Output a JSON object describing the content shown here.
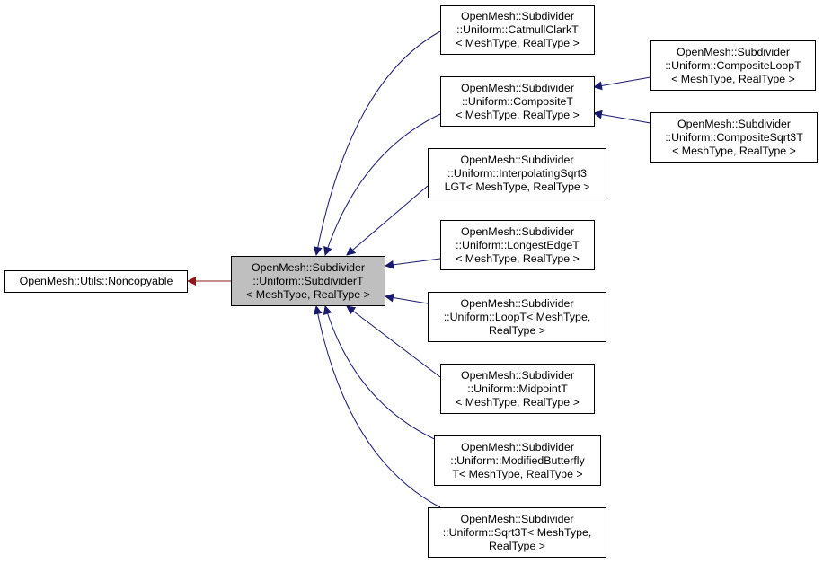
{
  "colors": {
    "inherit_edge": "#191970",
    "base_edge": "#8b1a1a",
    "node_border": "#000000",
    "current_fill": "#bfbfbf",
    "node_fill": "#ffffff"
  },
  "nodes": {
    "noncopyable": {
      "label": "OpenMesh::Utils::Noncopyable"
    },
    "subdivider": {
      "label": "OpenMesh::Subdivider\n::Uniform::SubdividerT\n< MeshType, RealType >"
    },
    "catmullclark": {
      "label": "OpenMesh::Subdivider\n::Uniform::CatmullClarkT\n< MeshType, RealType >"
    },
    "composite": {
      "label": "OpenMesh::Subdivider\n::Uniform::CompositeT\n< MeshType, RealType >"
    },
    "compositeloop": {
      "label": "OpenMesh::Subdivider\n::Uniform::CompositeLoopT\n< MeshType, RealType >"
    },
    "compositesqrt3": {
      "label": "OpenMesh::Subdivider\n::Uniform::CompositeSqrt3T\n< MeshType, RealType >"
    },
    "interpolatingsqrt3": {
      "label": "OpenMesh::Subdivider\n::Uniform::InterpolatingSqrt3\nLGT< MeshType, RealType >"
    },
    "longestedge": {
      "label": "OpenMesh::Subdivider\n::Uniform::LongestEdgeT\n< MeshType, RealType >"
    },
    "loop": {
      "label": "OpenMesh::Subdivider\n::Uniform::LoopT< MeshType,\n RealType >"
    },
    "midpoint": {
      "label": "OpenMesh::Subdivider\n::Uniform::MidpointT\n< MeshType, RealType >"
    },
    "modifiedbutterfly": {
      "label": "OpenMesh::Subdivider\n::Uniform::ModifiedButterfly\nT< MeshType, RealType >"
    },
    "sqrt3": {
      "label": "OpenMesh::Subdivider\n::Uniform::Sqrt3T< MeshType,\n RealType >"
    }
  }
}
